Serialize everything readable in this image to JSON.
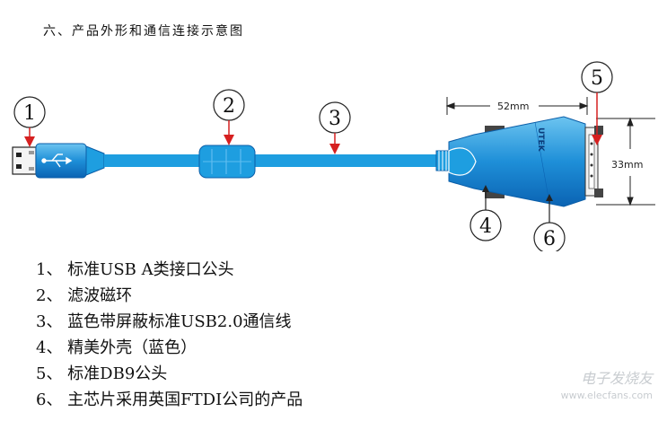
{
  "heading": "六、产品外形和通信连接示意图",
  "callouts": [
    "1",
    "2",
    "3",
    "4",
    "5",
    "6"
  ],
  "dimensions": {
    "length": "52mm",
    "height": "33mm"
  },
  "brand_label": "UTEK",
  "legend": [
    "1、 标准USB A类接口公头",
    "2、 滤波磁环",
    "3、 蓝色带屏蔽标准USB2.0通信线",
    "4、 精美外壳（蓝色）",
    "5、 标准DB9公头",
    "6、 主芯片采用英国FTDI公司的产品"
  ],
  "watermark": {
    "main": "电子发烧友",
    "url": "www.elecfans.com"
  },
  "colors": {
    "cable_blue": "#1e9ee0",
    "dark_blue": "#0b63b3",
    "arrow_red": "#d62020"
  }
}
